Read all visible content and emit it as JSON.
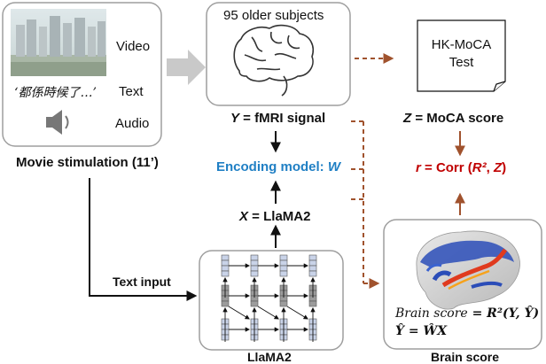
{
  "movie": {
    "video_label": "Video",
    "text_label": "Text",
    "audio_label": "Audio",
    "subtitle_sample": "‘都係時候了…’",
    "caption": "Movie stimulation (11’)"
  },
  "subjects": {
    "title": "95 older subjects",
    "y_var": "Y",
    "y_desc": " = fMRI signal"
  },
  "moca": {
    "box_line1": "HK-MoCA",
    "box_line2": "Test",
    "z_var": "Z",
    "z_desc": " = MoCA score"
  },
  "encoding": {
    "label_prefix": "Encoding model: ",
    "label_var": "W"
  },
  "correlation": {
    "r_var": "r",
    "r_desc": " = Corr (",
    "r_inner": "R²",
    "r_sep": ", ",
    "r_z": "Z",
    "r_close": ")"
  },
  "llama": {
    "x_var": "X",
    "x_desc": " = LlaMA2",
    "caption": "LlaMA2",
    "text_input": "Text input"
  },
  "brain": {
    "formula1_italic": "Brain score",
    "formula1_rest": " = R²(Y, Ŷ)",
    "formula2": "Ŷ = ŴX",
    "caption": "Brain score"
  },
  "colors": {
    "box_border": "#9e9e9e",
    "black_arrow": "#111111",
    "brown_arrow": "#a0522d",
    "grey_arrow": "#c9c9c9",
    "blue_text": "#1f7fc4",
    "red_text": "#c00000",
    "token_fill": "#c9d3e8",
    "token_dark": "#9c9c9c"
  },
  "icons": [
    "speaker-icon",
    "brain-outline-icon",
    "document-icon",
    "brain-surface-icon",
    "city-video-frame"
  ]
}
